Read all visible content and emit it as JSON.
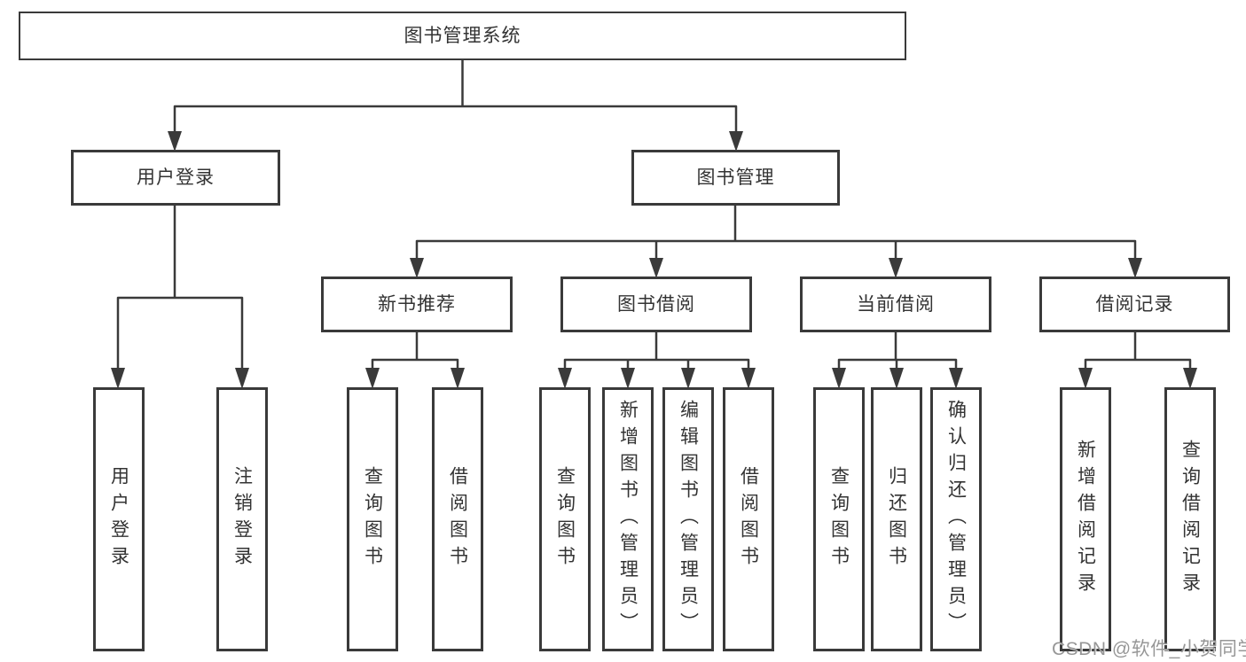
{
  "diagram": {
    "type": "hierarchy-tree",
    "colors": {
      "background": "#ffffff",
      "line": "#3a3a3a",
      "box_border": "#3a3a3a",
      "text": "#333333",
      "watermark": "#919191"
    }
  },
  "tree": {
    "root": {
      "label": "图书管理系统"
    },
    "branches": [
      {
        "label": "用户登录",
        "children": [
          "用户登录",
          "注销登录"
        ]
      },
      {
        "label": "图书管理",
        "groups": [
          {
            "label": "新书推荐",
            "children": [
              "查询图书",
              "借阅图书"
            ]
          },
          {
            "label": "图书借阅",
            "children": [
              "查询图书",
              "新增图书（管理员）",
              "编辑图书（管理员）",
              "借阅图书"
            ]
          },
          {
            "label": "当前借阅",
            "children": [
              "查询图书",
              "归还图书",
              "确认归还（管理员）"
            ]
          },
          {
            "label": "借阅记录",
            "children": [
              "新增借阅记录",
              "查询借阅记录"
            ]
          }
        ]
      }
    ]
  },
  "watermark": {
    "text": "CSDN @软件_小贺同学"
  }
}
